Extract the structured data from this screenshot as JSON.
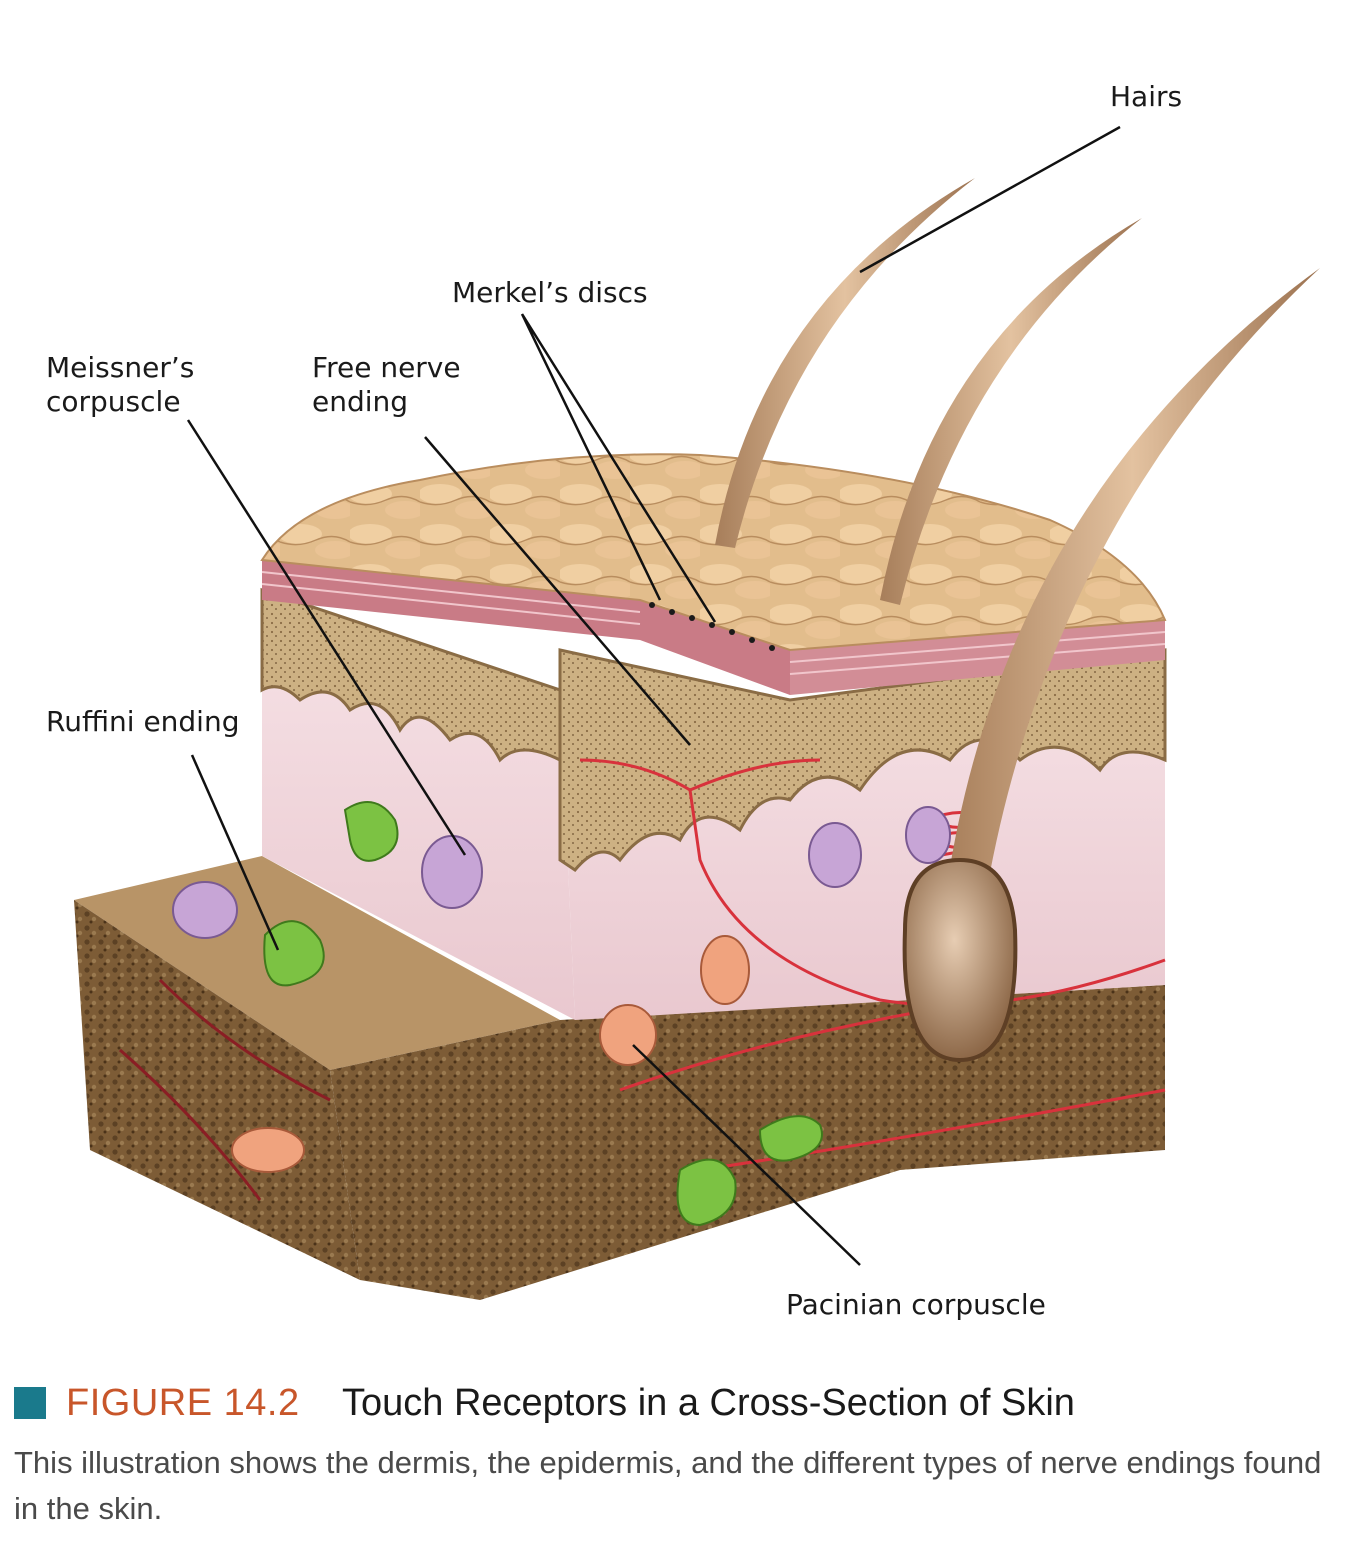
{
  "labels": {
    "hairs": "Hairs",
    "merkel": "Merkel’s discs",
    "meissner": "Meissner’s\ncorpuscle",
    "free_nerve": "Free nerve\nending",
    "ruffini": "Ruffini ending",
    "pacinian": "Pacinian corpuscle"
  },
  "caption": {
    "figure_number": "FIGURE 14.2",
    "title": "Touch Receptors in a Cross-Section of Skin",
    "description": "This illustration shows the dermis, the epidermis, and the different types of nerve endings found in the skin."
  },
  "colors": {
    "accent_square": "#1a7a8c",
    "figure_number": "#c8562a",
    "epidermis": "#d9b083",
    "dermis": "#f3dde3",
    "subcutaneous": "#7a5a35",
    "nerve": "#d8323c",
    "meissner": "#c7a5d6",
    "ruffini": "#7cc243",
    "pacinian": "#f0a37e",
    "hair": "#c79d78"
  }
}
